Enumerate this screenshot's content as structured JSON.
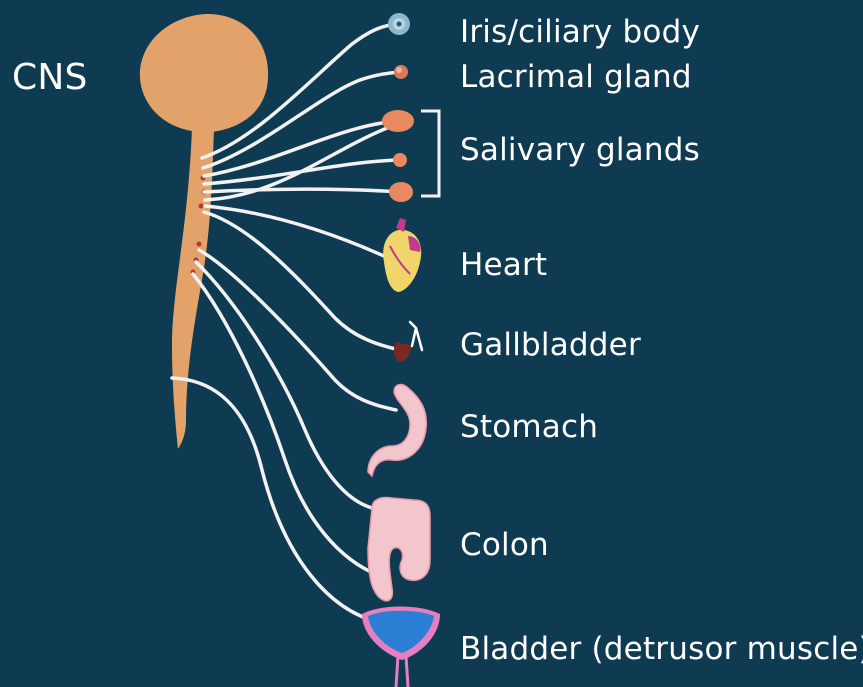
{
  "cns_label": "CNS",
  "targets": {
    "iris": "Iris/ciliary body",
    "lacrimal": "Lacrimal gland",
    "salivary": "Salivary glands",
    "heart": "Heart",
    "gallbladder": "Gallbladder",
    "stomach": "Stomach",
    "colon": "Colon",
    "bladder": "Bladder (detrusor muscle)"
  },
  "colors": {
    "background": "#0e3a52",
    "cns": "#e3a26a",
    "nerve": "#f2f2f2",
    "label": "#ffffff"
  }
}
